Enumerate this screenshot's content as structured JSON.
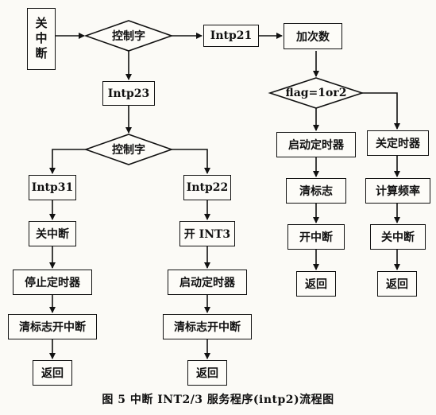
{
  "nodes": {
    "close_int_start": "关中断",
    "control_word_1": "控制字",
    "intp21": "Intp21",
    "add_count": "加次数",
    "flag_check": "flag=1or2",
    "intp23": "Intp23",
    "control_word_2": "控制字",
    "intp31": "Intp31",
    "intp22": "Intp22",
    "close_int_31": "关中断",
    "open_int3": "开 INT3",
    "stop_timer": "停止定时器",
    "start_timer_22": "启动定时器",
    "clear_open_31": "清标志开中断",
    "clear_open_22": "清标志开中断",
    "return_31": "返回",
    "return_22": "返回",
    "start_timer_f": "启动定时器",
    "clear_flag_f": "清标志",
    "open_int_f": "开中断",
    "return_f": "返回",
    "close_timer_f": "关定时器",
    "calc_freq": "计算频率",
    "close_int_f2": "关中断",
    "return_f2": "返回"
  },
  "caption": "图 5  中断 INT2/3 服务程序(intp2)流程图"
}
